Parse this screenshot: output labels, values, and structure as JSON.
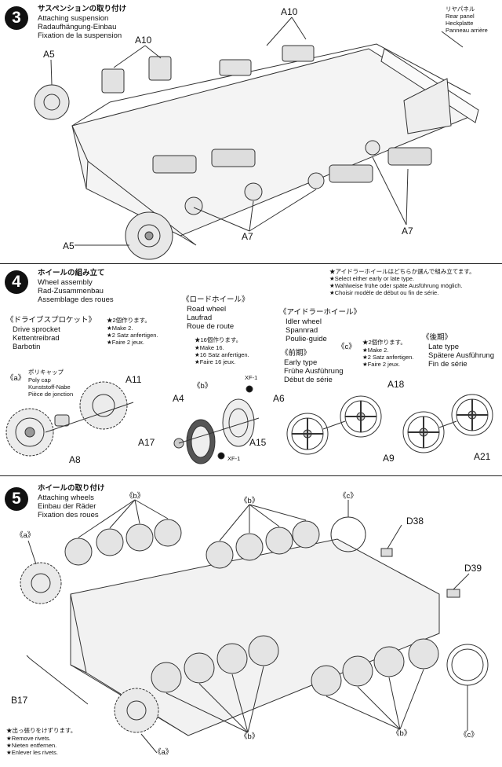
{
  "step3": {
    "number": "3",
    "title_jp": "サスペンションの取り付け",
    "title_en": "Attaching suspension",
    "title_de": "Radaufhängung-Einbau",
    "title_fr": "Fixation de la suspension",
    "rear_panel": {
      "jp": "リヤパネル",
      "en": "Rear panel",
      "de": "Heckplatte",
      "fr": "Panneau arrière"
    },
    "labels": {
      "a10_top": "A10",
      "a10_left": "A10",
      "a5": "A5",
      "a5_bottom": "A5",
      "a7_mid": "A7",
      "a7_right": "A7"
    }
  },
  "step4": {
    "number": "4",
    "title_jp": "ホイールの組み立て",
    "title_en": "Wheel assembly",
    "title_de": "Rad-Zusammenbau",
    "title_fr": "Assemblage des roues",
    "idler_note": [
      "★アイドラーホイールはどちらか選んで組み立てます。",
      "★Select either early or late type.",
      "★Wahlweise frühe oder späte Ausführung möglich.",
      "★Choisir modèle de début ou fin de série."
    ],
    "drive_sprocket": {
      "jp": "《ドライブスプロケット》",
      "en": "Drive sprocket",
      "de": "Kettentreibrad",
      "fr": "Barbotin"
    },
    "make2_a": [
      "★2個作ります。",
      "★Make 2.",
      "★2 Satz anfertigen.",
      "★Faire 2 jeux."
    ],
    "road_wheel": {
      "jp": "《ロードホイール》",
      "en": "Road wheel",
      "de": "Laufrad",
      "fr": "Roue de route"
    },
    "make16": [
      "★16個作ります。",
      "★Make 16.",
      "★16 Satz anfertigen.",
      "★Faire 16 jeux."
    ],
    "idler_wheel": {
      "jp": "《アイドラーホイール》",
      "en": "Idler wheel",
      "de": "Spannrad",
      "fr": "Poulie-guide"
    },
    "early": {
      "jp": "《前期》",
      "en": "Early type",
      "de": "Frühe Ausführung",
      "fr": "Début de série"
    },
    "late": {
      "jp": "《後期》",
      "en": "Late type",
      "de": "Spätere Ausführung",
      "fr": "Fin de série"
    },
    "make2_c": [
      "★2個作ります。",
      "★Make 2.",
      "★2 Satz anfertigen.",
      "★Faire 2 jeux."
    ],
    "poly_cap": {
      "jp": "ポリキャップ",
      "en": "Poly cap",
      "de": "Kunststoff-Nabe",
      "fr": "Pièce de jonction"
    },
    "markers": {
      "a": "《a》",
      "b": "《b》",
      "c": "《c》"
    },
    "labels": {
      "a11": "A11",
      "a8": "A8",
      "a4": "A4",
      "a17": "A17",
      "a15": "A15",
      "xf1_top": "XF-1",
      "xf1_bottom": "XF-1",
      "a6": "A6",
      "a9": "A9",
      "a18": "A18",
      "a21": "A21"
    }
  },
  "step5": {
    "number": "5",
    "title_jp": "ホイールの取り付け",
    "title_en": "Attaching wheels",
    "title_de": "Einbau der Räder",
    "title_fr": "Fixation des roues",
    "remove_rivets": [
      "★出っ張りをけずります。",
      "★Remove rivets.",
      "★Nieten entfernen.",
      "★Enlever les rivets."
    ],
    "labels": {
      "b_top_left": "《b》",
      "b_top_mid": "《b》",
      "c_top": "《c》",
      "a_left": "《a》",
      "a_bottom": "《a》",
      "b_bottom_mid": "《b》",
      "b_bottom_right": "《b》",
      "c_bottom": "《c》",
      "d38": "D38",
      "d39": "D39",
      "b17": "B17"
    }
  }
}
